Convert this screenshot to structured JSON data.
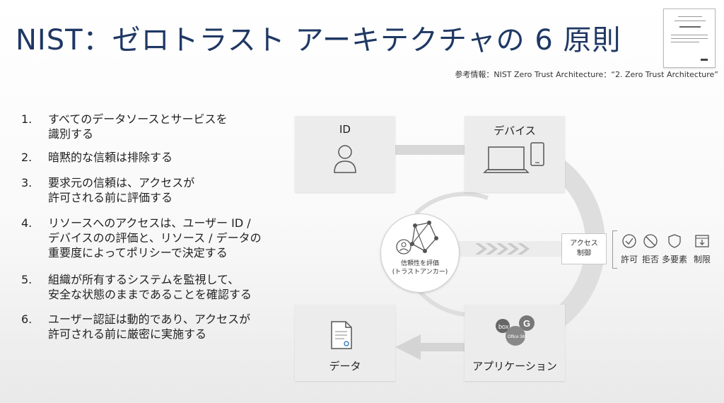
{
  "slide": {
    "title": "NIST：ゼロトラスト アーキテクチャの 6 原則",
    "reference": "参考情報：NIST Zero Trust Architecture：“2. Zero Trust Architecture”"
  },
  "principles": [
    {
      "num": "1.",
      "text": "すべてのデータソースとサービスを\n識別する"
    },
    {
      "num": "2.",
      "text": "暗黙的な信頼は排除する"
    },
    {
      "num": "3.",
      "text": "要求元の信頼は、アクセスが\n許可される前に評価する"
    },
    {
      "num": "4.",
      "text": "リソースへのアクセスは、ユーザー ID /\nデバイスのの評価と、リソース / データの\n重要度によってポリシーで決定する"
    },
    {
      "num": "5.",
      "text": "組織が所有するシステムを監視して、\n安全な状態のままであることを確認する"
    },
    {
      "num": "6.",
      "text": "ユーザー認証は動的であり、アクセスが\n許可される前に厳密に実施する"
    }
  ],
  "diagram": {
    "nodes": {
      "id": {
        "label": "ID",
        "icon": "person-icon"
      },
      "device": {
        "label": "デバイス",
        "icon": "laptop-phone-icon"
      },
      "data": {
        "label": "データ",
        "icon": "document-icon"
      },
      "app": {
        "label": "アプリケーション",
        "icon": "app-logos-icon",
        "badge": "Office 365"
      }
    },
    "anchor": {
      "label": "信頼性を評価\n(トラストアンカー)",
      "icon": "network-person-icon"
    },
    "access_control": {
      "label": "アクセス\n制御"
    },
    "outcomes": [
      {
        "label": "許可",
        "icon": "check-circle-icon"
      },
      {
        "label": "拒否",
        "icon": "deny-icon"
      },
      {
        "label": "多要素",
        "icon": "shield-icon"
      },
      {
        "label": "制限",
        "icon": "limit-window-icon"
      }
    ]
  },
  "colors": {
    "title": "#1f3864",
    "node_bg": "#ececec",
    "connector": "#dedede",
    "icon_stroke": "#555555"
  }
}
